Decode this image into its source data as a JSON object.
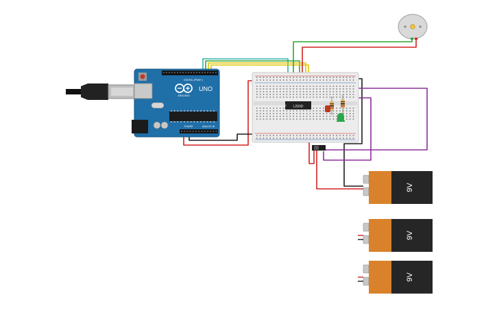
{
  "arduino": {
    "model": "UNO",
    "brand": "ARDUINO",
    "header_digital": "DIGITAL (PWM~)",
    "header_power": "POWER",
    "header_analog": "ANALOG IN"
  },
  "ic": {
    "label": "L293D"
  },
  "batteries": [
    {
      "label": "9V"
    },
    {
      "label": "9V"
    },
    {
      "label": "9V"
    }
  ],
  "colors": {
    "wire_red": "#d32020",
    "wire_black": "#1a1a1a",
    "wire_green": "#2fa52f",
    "wire_yellow": "#e0c400",
    "wire_teal": "#33b3a6",
    "wire_purple": "#8b2f9a",
    "board_blue": "#1f6fa8",
    "battery_orange": "#d9822b",
    "battery_black": "#262626",
    "led_green": "#2aa84a"
  }
}
